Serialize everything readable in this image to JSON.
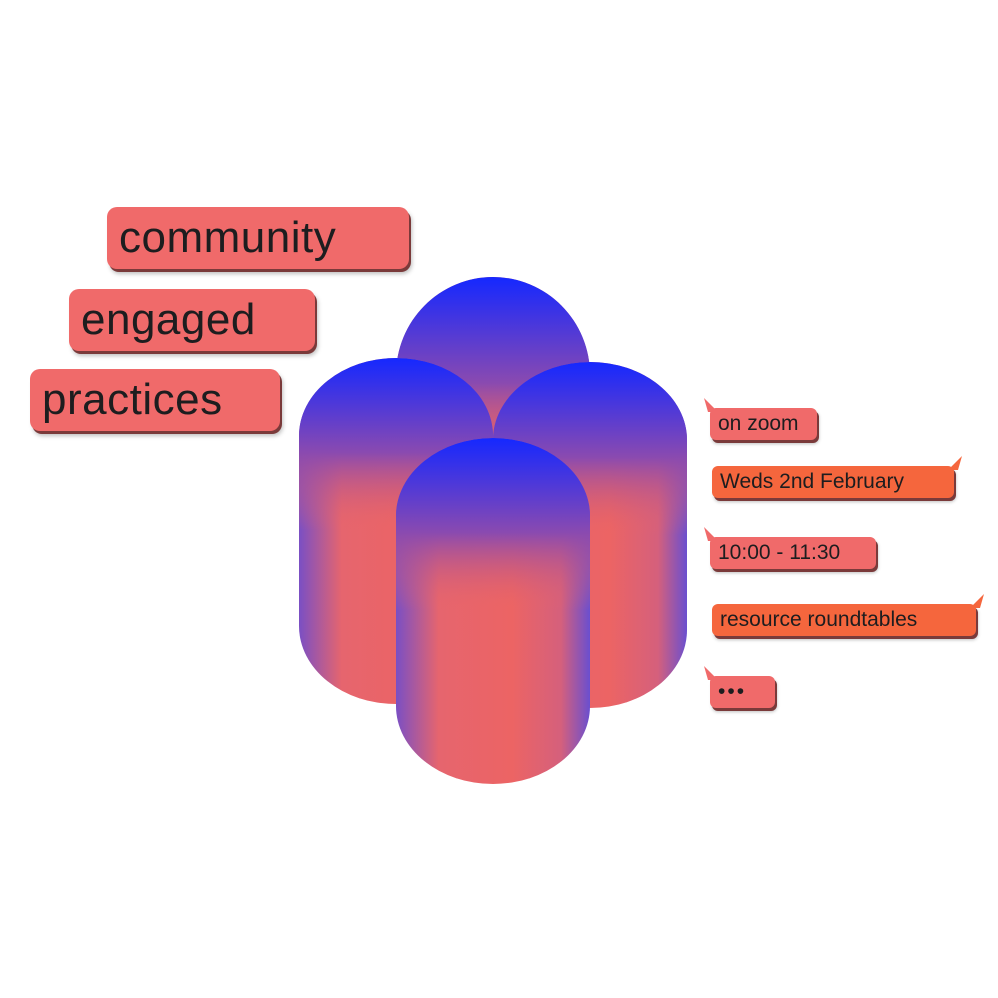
{
  "title_lines": [
    "community",
    "engaged",
    "practices"
  ],
  "bubbles": [
    {
      "text": "on zoom",
      "style": "pink"
    },
    {
      "text": "Weds 2nd February",
      "style": "orange"
    },
    {
      "text": "10:00 - 11:30",
      "style": "pink"
    },
    {
      "text": "resource roundtables",
      "style": "orange"
    },
    {
      "text": "•••",
      "style": "pink"
    }
  ],
  "colors": {
    "blue": "#1528ff",
    "coral": "#ec6464",
    "orange": "#f5663d",
    "text": "#1d1d1f"
  }
}
